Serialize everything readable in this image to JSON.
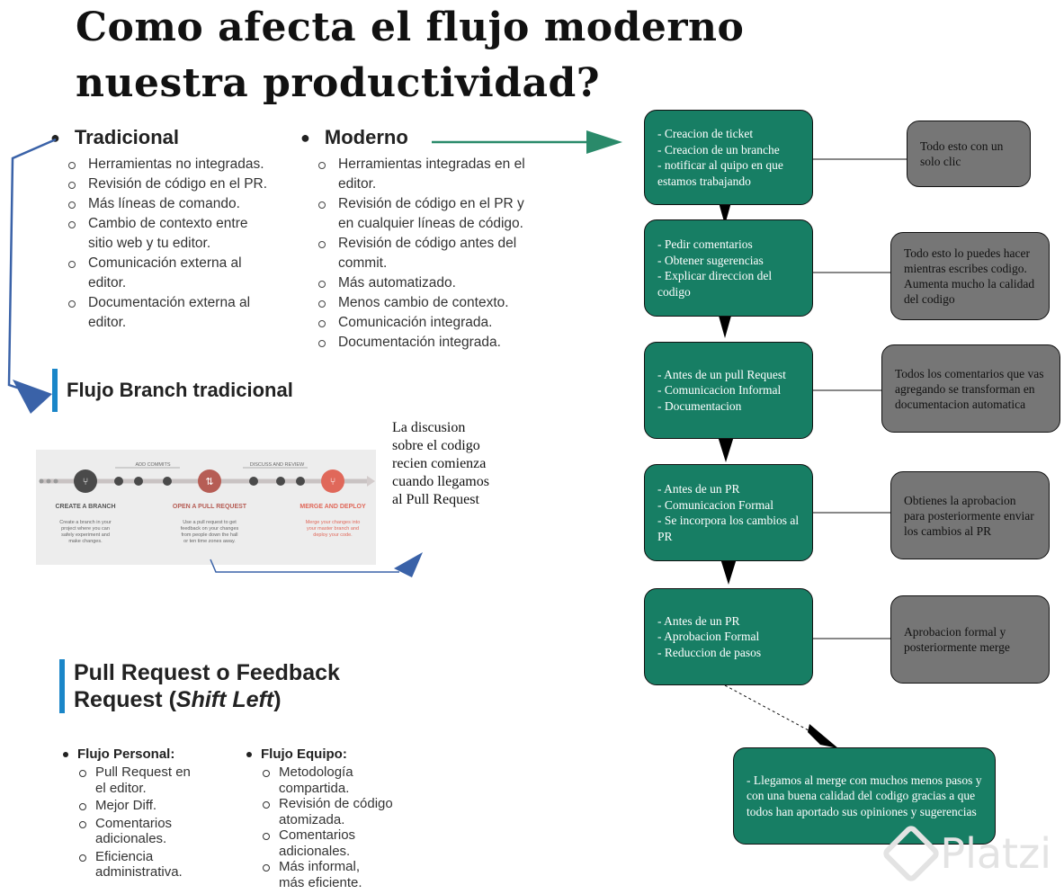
{
  "title": "Como afecta el flujo moderno nuestra productividad?",
  "tradicional": {
    "heading": "Tradicional",
    "items": [
      "Herramientas no integradas.",
      "Revisión de código en el PR.",
      "Más líneas de comando.",
      "Cambio de contexto entre sitio web y tu editor.",
      "Comunicación externa al editor.",
      "Documentación externa al editor."
    ]
  },
  "moderno": {
    "heading": "Moderno",
    "items": [
      "Herramientas integradas en el editor.",
      "Revisión de código en el PR y en cualquier líneas de código.",
      "Revisión de código antes del commit.",
      "Más automatizado.",
      "Menos cambio de contexto.",
      "Comunicación integrada.",
      "Documentación integrada."
    ]
  },
  "flujo_branch": {
    "heading": "Flujo Branch tradicional",
    "steps": [
      {
        "title": "CREATE A BRANCH",
        "desc": "Create a branch in your project where you can safely experiment and make changes."
      },
      {
        "title": "OPEN A PULL REQUEST",
        "desc": "Use a pull request to get feedback on your changes from people down the hall or ten time zones away."
      },
      {
        "title": "MERGE AND DEPLOY",
        "desc": "Merge your changes into your master branch and deploy your code."
      }
    ],
    "phase_labels": [
      "ADD COMMITS",
      "DISCUSS AND REVIEW"
    ],
    "colors": {
      "create": "#4a4a4a",
      "pr": "#b65d55",
      "merge": "#e0685a"
    }
  },
  "discusion_note": "La discusion sobre el codigo recien comienza cuando llegamos al Pull Request",
  "pull_request": {
    "heading_main": "Pull Request o Feedback Request (",
    "heading_italic": "Shift Left",
    "heading_close": ")"
  },
  "flujo_personal": {
    "heading": "Flujo Personal:",
    "items": [
      "Pull Request en el editor.",
      "Mejor Diff.",
      "Comentarios adicionales.",
      "Eficiencia administrativa."
    ]
  },
  "flujo_equipo": {
    "heading": "Flujo Equipo:",
    "items": [
      "Metodología compartida.",
      "Revisión de código atomizada.",
      "Comentarios adicionales.",
      "Más informal, más eficiente."
    ]
  },
  "green_boxes": [
    "- Creacion de ticket\n- Creacion de un branche\n- notificar al quipo en que estamos trabajando",
    "- Pedir comentarios\n- Obtener sugerencias\n- Explicar direccion del codigo",
    "- Antes de un pull Request\n- Comunicacion Informal\n- Documentacion",
    "- Antes de un PR\n- Comunicacion Formal\n- Se incorpora los cambios al PR",
    "- Antes de un PR\n- Aprobacion Formal\n- Reduccion de pasos"
  ],
  "gray_boxes": [
    "Todo esto con un solo clic",
    "Todo esto lo puedes hacer mientras escribes codigo. Aumenta mucho la calidad del codigo",
    "Todos los comentarios que vas agregando se transforman en documentacion automatica",
    "Obtienes la aprobacion para posteriormente enviar los cambios al PR",
    "Aprobacion formal y posteriormente merge"
  ],
  "final_box": "- Llegamos al merge con muchos menos pasos y con una buena calidad del codigo gracias a que todos han aportado sus opiniones y sugerencias",
  "watermark": "Platzi",
  "colors": {
    "green": "#177e64",
    "gray": "#767676",
    "accent_blue": "#1a86c8",
    "arrow_blue": "#3a62a8",
    "arrow_green": "#2a8a6a"
  }
}
